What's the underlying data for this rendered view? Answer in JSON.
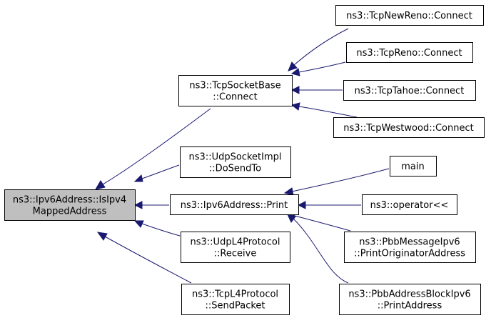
{
  "graph": {
    "colors": {
      "root_fill": "#bfbfbf",
      "node_fill": "#ffffff",
      "border": "#000000",
      "edge": "#191970"
    },
    "nodes": [
      {
        "id": "root",
        "lines": [
          "ns3::Ipv6Address::IsIpv4",
          "MappedAddress"
        ],
        "root": true
      },
      {
        "id": "tcpsocketbase",
        "lines": [
          "ns3::TcpSocketBase",
          "::Connect"
        ]
      },
      {
        "id": "udpsocketimpl",
        "lines": [
          "ns3::UdpSocketImpl",
          "::DoSendTo"
        ]
      },
      {
        "id": "print",
        "lines": [
          "ns3::Ipv6Address::Print"
        ]
      },
      {
        "id": "udpl4",
        "lines": [
          "ns3::UdpL4Protocol",
          "::Receive"
        ]
      },
      {
        "id": "tcpl4",
        "lines": [
          "ns3::TcpL4Protocol",
          "::SendPacket"
        ]
      },
      {
        "id": "newreno",
        "lines": [
          "ns3::TcpNewReno::Connect"
        ]
      },
      {
        "id": "reno",
        "lines": [
          "ns3::TcpReno::Connect"
        ]
      },
      {
        "id": "tahoe",
        "lines": [
          "ns3::TcpTahoe::Connect"
        ]
      },
      {
        "id": "westwood",
        "lines": [
          "ns3::TcpWestwood::Connect"
        ]
      },
      {
        "id": "main",
        "lines": [
          "main"
        ]
      },
      {
        "id": "operator",
        "lines": [
          "ns3::operator<<"
        ]
      },
      {
        "id": "pbbmsg",
        "lines": [
          "ns3::PbbMessageIpv6",
          "::PrintOriginatorAddress"
        ]
      },
      {
        "id": "pbbaddr",
        "lines": [
          "ns3::PbbAddressBlockIpv6",
          "::PrintAddress"
        ]
      }
    ],
    "edges": [
      {
        "from": "tcpsocketbase",
        "to": "root"
      },
      {
        "from": "udpsocketimpl",
        "to": "root"
      },
      {
        "from": "print",
        "to": "root"
      },
      {
        "from": "udpl4",
        "to": "root"
      },
      {
        "from": "tcpl4",
        "to": "root"
      },
      {
        "from": "newreno",
        "to": "tcpsocketbase"
      },
      {
        "from": "reno",
        "to": "tcpsocketbase"
      },
      {
        "from": "tahoe",
        "to": "tcpsocketbase"
      },
      {
        "from": "westwood",
        "to": "tcpsocketbase"
      },
      {
        "from": "main",
        "to": "print"
      },
      {
        "from": "operator",
        "to": "print"
      },
      {
        "from": "pbbmsg",
        "to": "print"
      },
      {
        "from": "pbbaddr",
        "to": "print"
      }
    ]
  }
}
